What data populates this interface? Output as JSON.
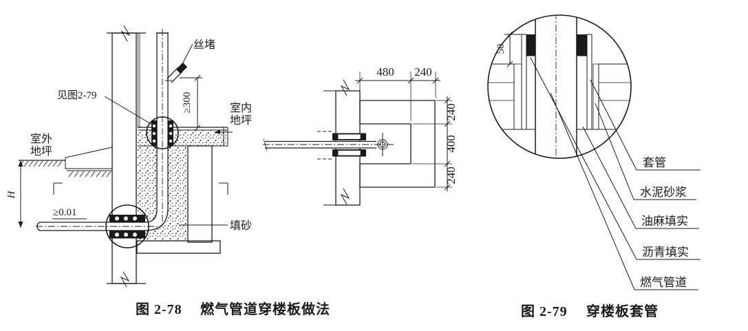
{
  "page": {
    "background": "#ffffff",
    "ink": "#1a1a1a"
  },
  "fig_278": {
    "caption_num": "图 2-78",
    "caption_title": "燃气管道穿楼板做法",
    "labels": {
      "plug": "丝堵",
      "see_detail": "见图2-79",
      "indoor_floor_line1": "室内",
      "indoor_floor_line2": "地坪",
      "outdoor_ground_line1": "室外",
      "outdoor_ground_line2": "地坪",
      "sand_fill": "填砂",
      "slope": "≥0.01"
    },
    "dims": {
      "riser_height": "≥300",
      "burial_depth": "H"
    }
  },
  "fig_278_plan": {
    "dims": {
      "top_480": "480",
      "top_240": "240",
      "right_240_top": "240",
      "right_400": "400",
      "right_240_bottom": "240"
    }
  },
  "fig_279": {
    "caption_num": "图 2-79",
    "caption_title": "穿楼板套管",
    "dims": {
      "sleeve_protrusion": "50"
    },
    "labels": {
      "sleeve": "套管",
      "cement_mortar": "水泥砂浆",
      "oakum_packing": "油麻填实",
      "asphalt_packing": "沥青填实",
      "gas_pipe": "燃气管道"
    }
  }
}
